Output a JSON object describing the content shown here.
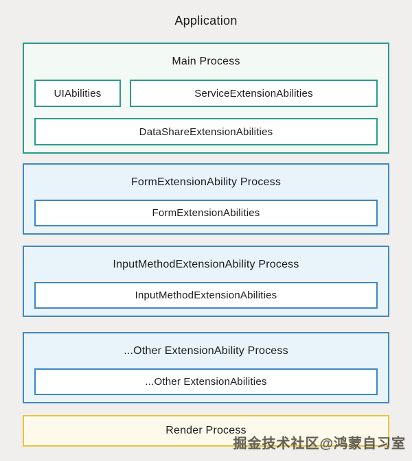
{
  "application": {
    "label": "Application"
  },
  "main_process": {
    "label": "Main Process",
    "abilities": [
      "UIAbilities",
      "ServiceExtensionAbilities",
      "DataShareExtensionAbilities"
    ]
  },
  "extension_processes": [
    {
      "label": "FormExtensionAbility Process",
      "ability": "FormExtensionAbilities"
    },
    {
      "label": "InputMethodExtensionAbility Process",
      "ability": "InputMethodExtensionAbilities"
    },
    {
      "label": "...Other ExtensionAbility Process",
      "ability": "...Other ExtensionAbilities"
    }
  ],
  "render_process": {
    "label": "Render Process"
  },
  "watermark": {
    "text": "掘金技术社区@鸿蒙自习室"
  },
  "colors": {
    "page_background": "#f0efed",
    "text": "#1b1b1b",
    "main_process_border": "#2b9a8d",
    "main_process_background": "#f3faf6",
    "extension_process_border": "#3e87c2",
    "extension_process_background": "#e9f3fa",
    "render_process_border": "#eac33f",
    "render_process_background": "#fdfaec",
    "ability_box_background": "#ffffff"
  }
}
